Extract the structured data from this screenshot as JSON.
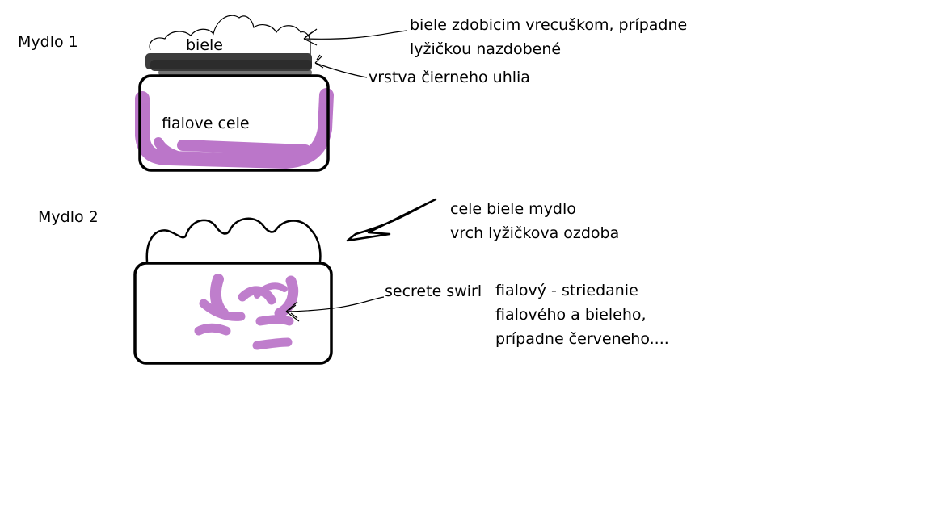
{
  "soap1": {
    "title": "Mydlo 1",
    "top_label": "biele",
    "body_label": "fialove cele",
    "note_decoration": "biele zdobicim vrecuškom, prípadne\nlyžičkou nazdobené",
    "note_layer": "vrstva čierneho uhlia"
  },
  "soap2": {
    "title": "Mydlo 2",
    "note_top": "cele biele mydlo\nvrch lyžičkova ozdoba",
    "swirl_label": "secrete swirl",
    "swirl_note": "fialový - striedanie\nfialového a bieleho,\nprípadne červeneho...."
  },
  "colors": {
    "purple": "#b05fc0",
    "charcoal": "#1a1a1a",
    "outline": "#000000"
  }
}
